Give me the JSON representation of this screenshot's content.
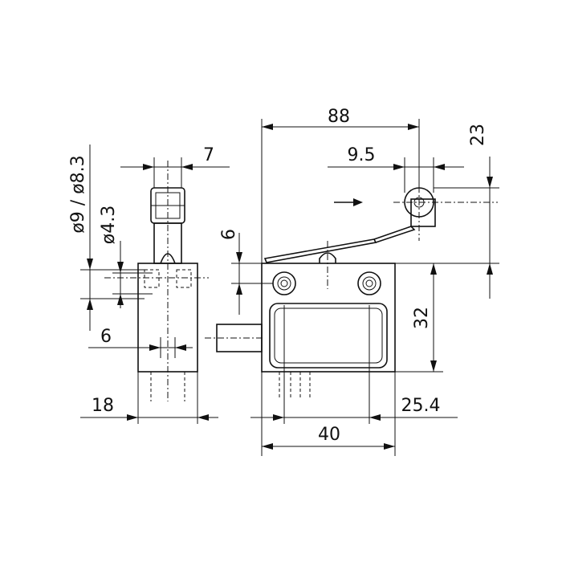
{
  "dimensions": {
    "d88": "88",
    "d23": "23",
    "d7": "7",
    "d9_5": "9.5",
    "d_dia": "ø9 / ø8.3",
    "d_dia2": "ø4.3",
    "d6_vertical": "6",
    "d6_horizontal": "6",
    "d32": "32",
    "d18": "18",
    "d25_4": "25.4",
    "d40": "40"
  }
}
